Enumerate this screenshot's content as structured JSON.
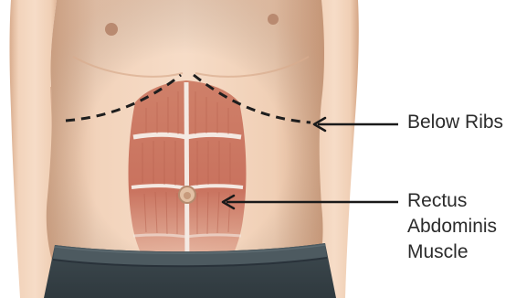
{
  "labels": {
    "below_ribs": "Below Ribs",
    "rectus_lines": [
      "Rectus",
      "Abdominis",
      "Muscle"
    ]
  },
  "colors": {
    "background": "#ffffff",
    "skin": "#efcfb6",
    "muscle": "#c9725e",
    "tendon": "#f4e9e2",
    "shorts": "#47545a",
    "dash_line": "#1e1e1e",
    "arrow": "#1a1a1a",
    "text": "#2b2b2b"
  }
}
